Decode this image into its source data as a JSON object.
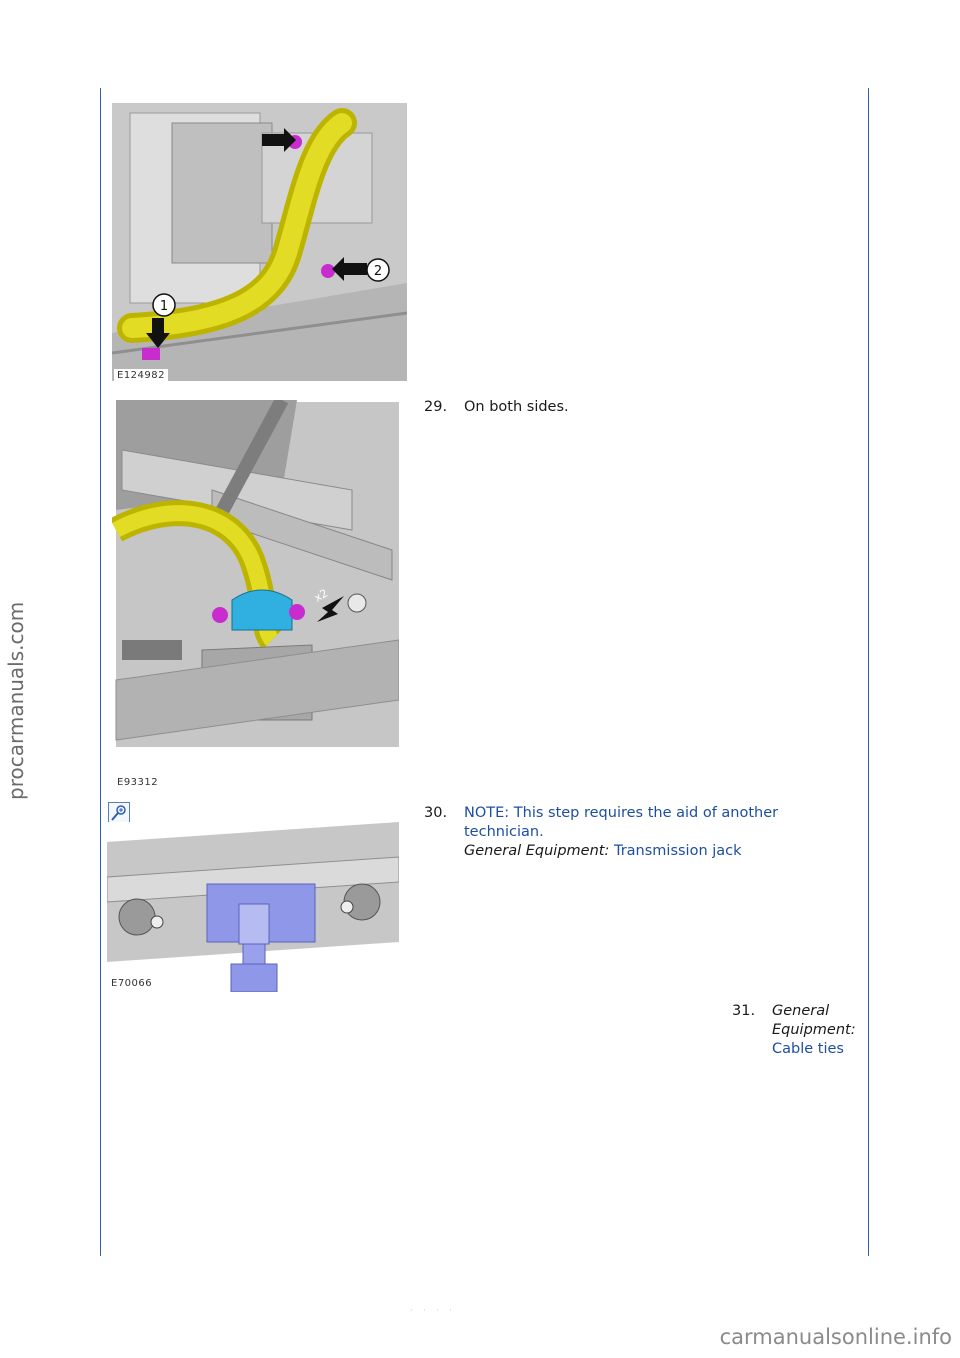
{
  "figures": [
    {
      "id": "E124982",
      "callouts": [
        "1",
        "2"
      ]
    },
    {
      "id": "E93312",
      "callouts": [
        "x2"
      ]
    },
    {
      "id": "E70066",
      "callouts": []
    }
  ],
  "steps": [
    {
      "number": "29.",
      "text": "On both sides."
    },
    {
      "number": "30.",
      "note": "NOTE: This step requires the aid of another technician.",
      "equipment_label": "General Equipment:",
      "equipment_item": "Transmission jack"
    },
    {
      "number": "31.",
      "equipment_label_line1": "General",
      "equipment_label_line2": "Equipment:",
      "equipment_item": "Cable ties"
    }
  ],
  "watermarks": {
    "side": "procarmanuals.com",
    "footer": "carmanualsonline.info"
  },
  "colors": {
    "rule": "#2b5fb0",
    "link": "#1d4fa0",
    "part_yellow": "#d9d21c",
    "fastener_magenta": "#c82ccf",
    "jack_blue": "#8f97e8"
  },
  "icons": {
    "zoom": "zoom-magnifier-icon"
  }
}
